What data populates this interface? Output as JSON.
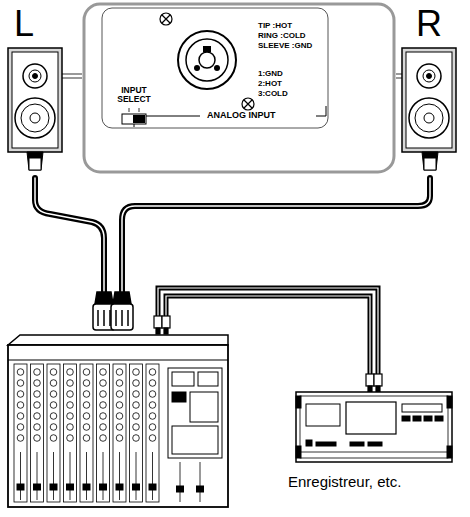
{
  "diagram": {
    "nodes": [
      {
        "text": [
          "L"
        ]
      },
      {
        "text": [
          "INPUT SELECT",
          "TIP :HOT",
          "RING :COLD",
          "SLEEVE :GND",
          "1:GND",
          "2:HOT",
          "3:COLD",
          "ANALOG INPUT"
        ]
      },
      {
        "text": [
          "R"
        ]
      },
      {
        "text": [
          "Enregistreur, etc."
        ]
      }
    ],
    "edges": [
      {
        "from": 1,
        "to": 0,
        "arrow": "none"
      },
      {
        "from": 1,
        "to": 2,
        "arrow": "none"
      }
    ]
  }
}
